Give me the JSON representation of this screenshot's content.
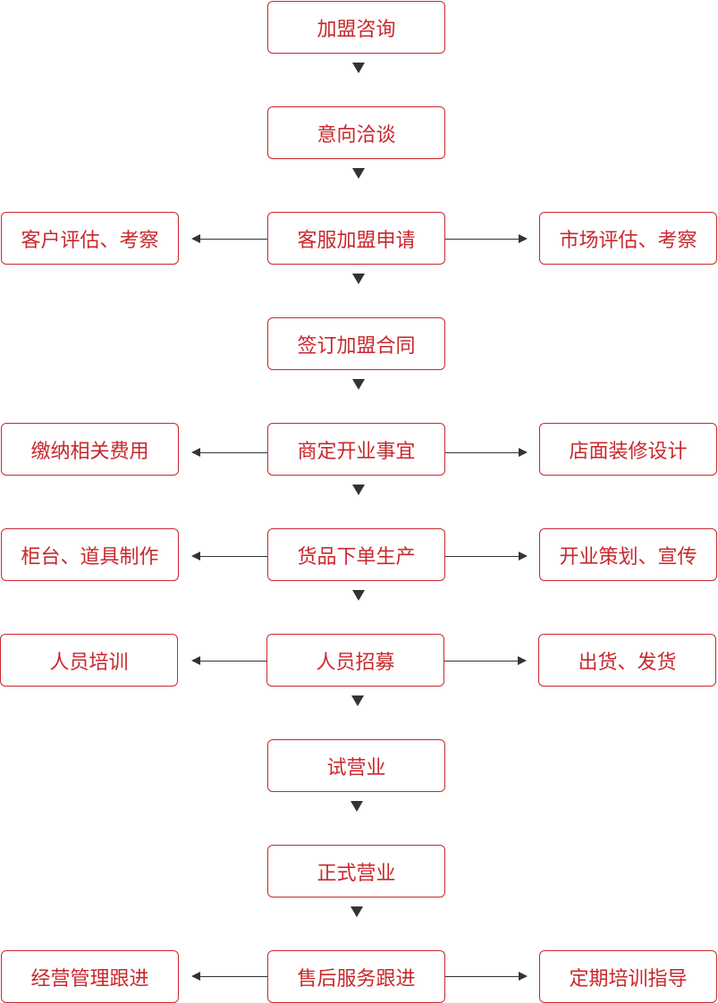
{
  "flow": {
    "step1": "加盟咨询",
    "step2": "意向洽谈",
    "step3": "客服加盟申请",
    "step3_left": "客户评估、考察",
    "step3_right": "市场评估、考察",
    "step4": "签订加盟合同",
    "step5": "商定开业事宜",
    "step5_left": "缴纳相关费用",
    "step5_right": "店面装修设计",
    "step6": "货品下单生产",
    "step6_left": "柜台、道具制作",
    "step6_right": "开业策划、宣传",
    "step7": "人员招募",
    "step7_left": "人员培训",
    "step7_right": "出货、发货",
    "step8": "试营业",
    "step9": "正式营业",
    "step10": "售后服务跟进",
    "step10_left": "经营管理跟进",
    "step10_right": "定期培训指导"
  },
  "colors": {
    "accent": "#c8282d",
    "arrow": "#333333"
  }
}
